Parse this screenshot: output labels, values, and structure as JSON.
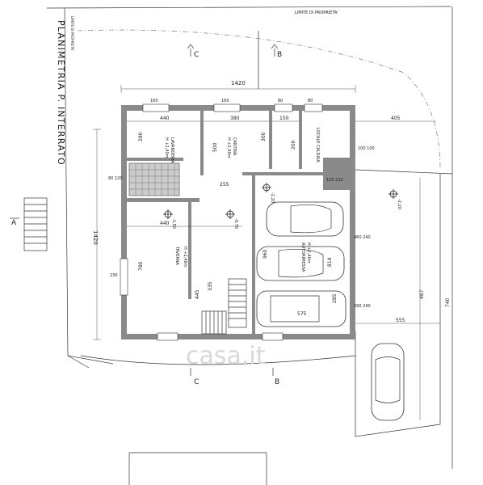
{
  "title": "PLANIMETRIA P. INTERRATO",
  "boundary_labels": {
    "top": "LIMITE DI PROPRIETA'",
    "left": "LIMITE DI PROPRIETA'"
  },
  "section_marks": {
    "c_top": "C",
    "b_top": "B",
    "c_bottom": "C",
    "b_bottom": "B",
    "a_left": "A"
  },
  "dimensions": {
    "overall_width": "1420",
    "overall_height": "1420",
    "room_w_440": "440",
    "room_w_380": "380",
    "room_w_150": "150",
    "w_440_lower": "440",
    "w_405": "405",
    "w_555": "555",
    "w_255": "255",
    "h_500": "500",
    "h_780": "780",
    "h_445": "445",
    "h_335": "335",
    "h_487": "487",
    "h_280": "280",
    "h_300": "300",
    "h_200": "200",
    "win_a": "160",
    "win_b": "160",
    "win_c": "80",
    "win_d": "80",
    "w_230": "230",
    "w_460_240": "460\n240",
    "w_290_240": "290\n240",
    "w_100_100": "100\n100",
    "w_120_210": "120\n210",
    "w_80_120": "80\n120"
  },
  "room_labels": {
    "lavanderia": "LAVANDERIA",
    "lavanderia_h": "H +2,40m",
    "cantina": "CANTINA",
    "cantina_h": "H +2,40m",
    "taverna": "TAVERNA",
    "taverna_h": "H +2,40m",
    "locale_caldaia": "LOCALE CALDAIA",
    "autorimessa": "AUTORIMESSA",
    "autorimessa_h": "H +2,40m"
  },
  "levels": {
    "l_220_a": "-2,20",
    "l_220_b": "-2,20",
    "l_150": "-1,50",
    "l_070": "-0,70"
  },
  "misc_numbers": {
    "n_575": "575",
    "n_814": "814",
    "n_285": "285",
    "n_960": "960",
    "n_740": "740"
  },
  "watermark": "casa.it"
}
